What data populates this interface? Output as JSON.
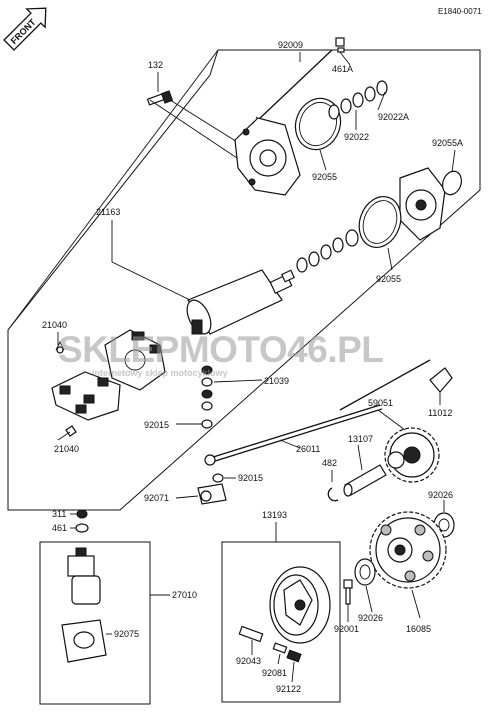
{
  "code": "E1840-0071",
  "front_label": "FRONT",
  "watermark": {
    "line1": "SKLEPMOTO46.PL",
    "line2": "internetowy sklep motocyklowy"
  },
  "colors": {
    "ink": "#111111",
    "watermark_red": "#d9342b",
    "watermark_grey": "#9a9a9a"
  },
  "parts": [
    "92009",
    "461A",
    "132",
    "92022A",
    "92022",
    "92055",
    "92055A",
    "21163",
    "92055",
    "21040",
    "21039",
    "92015",
    "21040",
    "11012",
    "59051",
    "26011",
    "13107",
    "482",
    "92015",
    "92071",
    "92026",
    "311",
    "461",
    "13193",
    "27010",
    "92075",
    "92001",
    "92026",
    "16085",
    "92043",
    "92081",
    "92122"
  ]
}
